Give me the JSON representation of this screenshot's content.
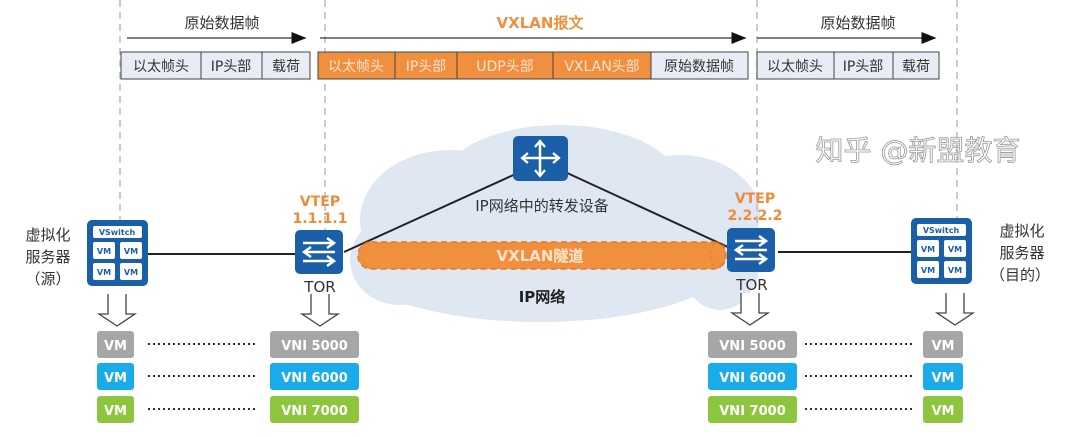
{
  "top": {
    "left_frame_label": "原始数据帧",
    "vxlan_label": "VXLAN报文",
    "right_frame_label": "原始数据帧",
    "left_fields": [
      "以太帧头",
      "IP头部",
      "载荷"
    ],
    "vxlan_fields": [
      "以太帧头",
      "IP头部",
      "UDP头部",
      "VXLAN头部",
      "原始数据帧"
    ],
    "right_fields": [
      "以太帧头",
      "IP头部",
      "载荷"
    ]
  },
  "network": {
    "router_label": "IP网络中的转发设备",
    "tunnel_label": "VXLAN隧道",
    "cloud_label": "IP网络"
  },
  "left": {
    "server_label": [
      "虚拟化",
      "服务器",
      "（源）"
    ],
    "vtep_label": "VTEP",
    "vtep_ip": "1.1.1.1",
    "tor_label": "TOR"
  },
  "right": {
    "server_label": [
      "虚拟化",
      "服务器",
      "（目的）"
    ],
    "vtep_label": "VTEP",
    "vtep_ip": "2.2.2.2",
    "tor_label": "TOR"
  },
  "server_icon": {
    "vswitch": "VSwitch",
    "vm": "VM"
  },
  "mappings": [
    {
      "vm": "VM",
      "vni": "VNI 5000",
      "color": "#a6a6a6"
    },
    {
      "vm": "VM",
      "vni": "VNI 6000",
      "color": "#1aabea"
    },
    {
      "vm": "VM",
      "vni": "VNI 7000",
      "color": "#8cc63e"
    }
  ],
  "watermark": "知乎 @新盟教育",
  "colors": {
    "accent": "#f0903f",
    "device_blue": "#1a5fa8",
    "cloud": "#dfe7f3",
    "header_fill": "#e8edf5"
  }
}
